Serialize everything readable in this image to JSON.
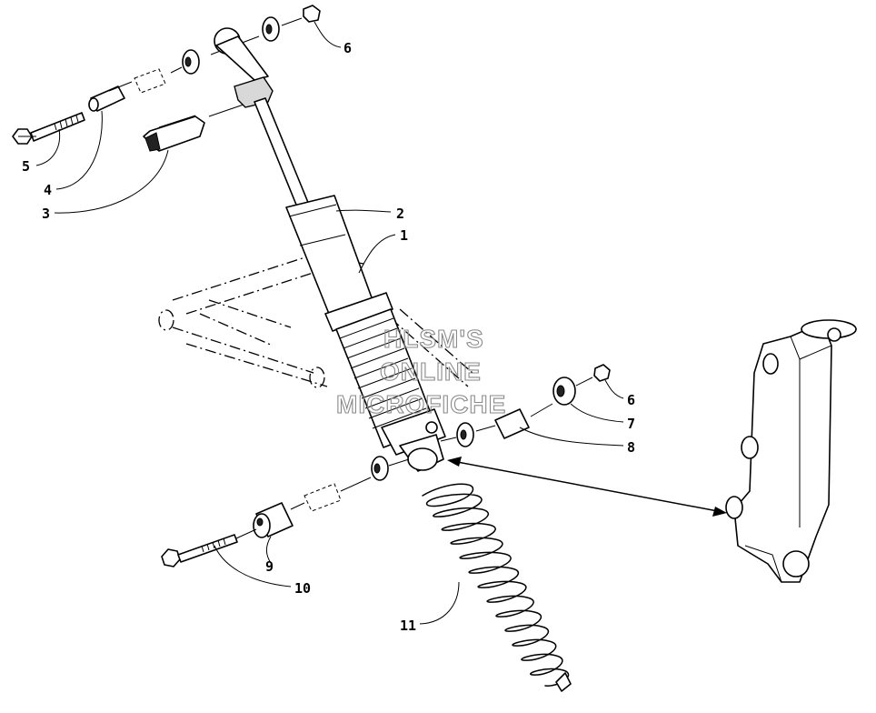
{
  "callouts": [
    {
      "id": "1",
      "label": "1"
    },
    {
      "id": "2",
      "label": "2"
    },
    {
      "id": "3",
      "label": "3"
    },
    {
      "id": "4",
      "label": "4"
    },
    {
      "id": "5",
      "label": "5"
    },
    {
      "id": "6a",
      "label": "6"
    },
    {
      "id": "6b",
      "label": "6"
    },
    {
      "id": "7",
      "label": "7"
    },
    {
      "id": "8",
      "label": "8"
    },
    {
      "id": "9",
      "label": "9"
    },
    {
      "id": "10",
      "label": "10"
    },
    {
      "id": "11",
      "label": "11"
    }
  ],
  "watermark": {
    "line1": "HLSM'S",
    "line2": "ONLINE",
    "line3": "MICROFICHE"
  }
}
